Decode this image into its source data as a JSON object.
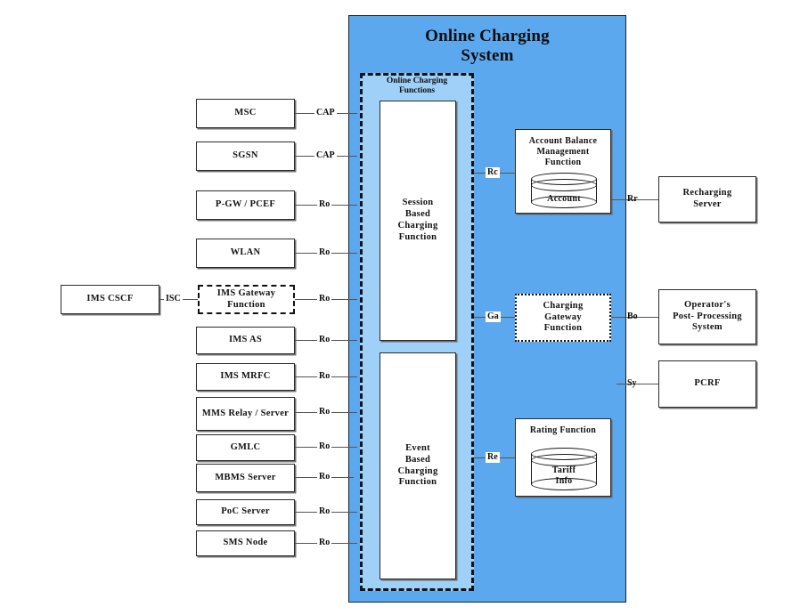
{
  "diagram": {
    "title_line1": "Online Charging",
    "title_line2": "System",
    "ocf_label_line1": "Online Charging",
    "ocf_label_line2": "Functions",
    "colors": {
      "ocs_fill": "#5CA8EE",
      "ocf_fill": "#9FD0F7",
      "box_fill": "#FFFFFF",
      "stroke": "#1F1F1F",
      "connector": "#555555"
    }
  },
  "access_nodes": [
    {
      "label": "MSC",
      "interface": "CAP"
    },
    {
      "label": "SGSN",
      "interface": "CAP"
    },
    {
      "label": "P-GW / PCEF",
      "interface": "Ro"
    },
    {
      "label": "WLAN",
      "interface": "Ro"
    },
    {
      "label": "IMS Gateway Function",
      "interface": "Ro"
    },
    {
      "label": "IMS AS",
      "interface": "Ro"
    },
    {
      "label": "IMS MRFC",
      "interface": "Ro"
    },
    {
      "label": "MMS Relay / Server",
      "interface": "Ro"
    },
    {
      "label": "GMLC",
      "interface": "Ro"
    },
    {
      "label": "MBMS Server",
      "interface": "Ro"
    },
    {
      "label": "PoC Server",
      "interface": "Ro"
    },
    {
      "label": "SMS Node",
      "interface": "Ro"
    }
  ],
  "ims_cscf": {
    "label": "IMS  CSCF",
    "interface": "ISC"
  },
  "charging_functions": [
    {
      "name": "session-based-charging-function",
      "line1": "Session",
      "line2": "Based",
      "line3": "Charging",
      "line4": "Function"
    },
    {
      "name": "event-based-charging-function",
      "line1": "Event",
      "line2": "Based",
      "line3": "Charging",
      "line4": "Function"
    }
  ],
  "ocs_internal": {
    "abmf": {
      "title_line1": "Account Balance",
      "title_line2": "Management",
      "title_line3": "Function",
      "db_label": "Account",
      "interface_left": "Rc",
      "interface_right": "Rr"
    },
    "cgf": {
      "title_line1": "Charging",
      "title_line2": "Gateway",
      "title_line3": "Function",
      "interface_left": "Ga",
      "interface_right": "Bo"
    },
    "rating": {
      "title_line1": "Rating Function",
      "db_label_line1": "Tariff",
      "db_label_line2": "Info",
      "interface_left": "Re"
    }
  },
  "external_systems": [
    {
      "name": "recharging-server",
      "line1": "Recharging",
      "line2": "Server",
      "line3": "",
      "interface": "Rr"
    },
    {
      "name": "operator-post-processing",
      "line1": "Operator's",
      "line2": "Post- Processing",
      "line3": "System",
      "interface": "Bo"
    },
    {
      "name": "pcrf",
      "line1": "PCRF",
      "line2": "",
      "line3": "",
      "interface": "Sy"
    }
  ]
}
